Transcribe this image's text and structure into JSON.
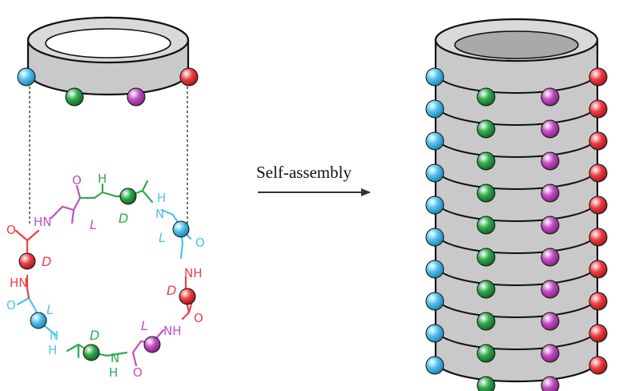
{
  "colors": {
    "blue": "#4fc3ec",
    "green": "#2eab4b",
    "magenta": "#c14fc0",
    "red": "#ee4045",
    "band": "#c9c9c9",
    "outline": "#111111"
  },
  "arrow": {
    "label": "Self-assembly"
  },
  "peptide": {
    "labels": {
      "hn_top": "HN",
      "o_top": "O",
      "h_top": "H",
      "h_top_right": "H",
      "n_top_right": "N",
      "o_right": "O",
      "nh_right": "NH",
      "o_right_lower": "O",
      "nh_bottom_right": "NH",
      "o_bottom": "O",
      "n_bottom": "N",
      "h_bottom": "H",
      "n_bottom_left": "N",
      "h_bottom_left": "H",
      "o_left": "O",
      "hn_left": "HN",
      "o_top_left": "O"
    },
    "stereo": {
      "magenta_top": "L",
      "green_top": "D",
      "blue_right": "L",
      "red_left": "D",
      "red_right": "D",
      "blue_left": "L",
      "green_bottom": "D",
      "magenta_bottom": "L"
    }
  },
  "stack": {
    "ring_count": 10
  }
}
